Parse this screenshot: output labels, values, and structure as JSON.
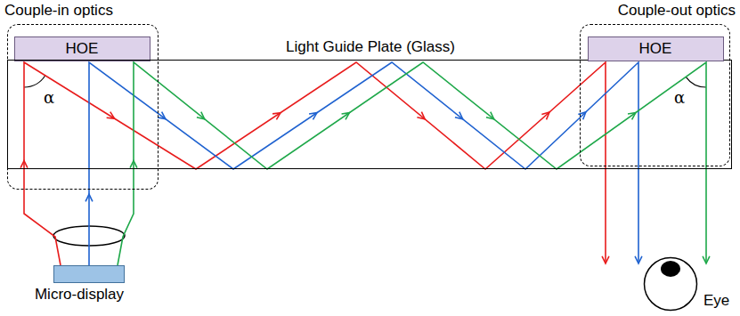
{
  "diagram": {
    "nodes": [
      {
        "text": [
          "Couple-in optics"
        ]
      },
      {
        "text": [
          "HOE"
        ],
        "in": 0
      },
      {
        "text": [
          "Light Guide Plate (Glass)"
        ]
      },
      {
        "text": [
          "Couple-out optics"
        ]
      },
      {
        "text": [
          "HOE"
        ],
        "in": 3
      },
      {
        "text": [
          "Micro-display"
        ]
      },
      {
        "text": [
          "Eye"
        ]
      }
    ],
    "labels": [
      "α",
      "α"
    ]
  }
}
